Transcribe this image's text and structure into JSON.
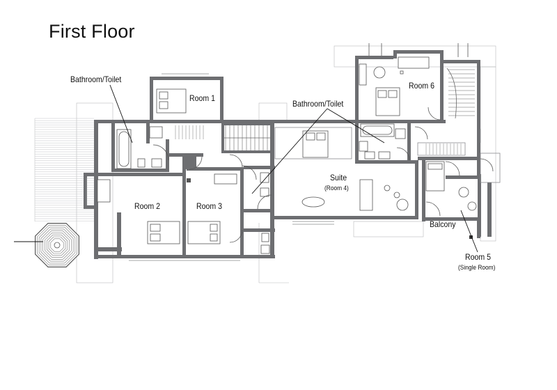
{
  "title": "First Floor",
  "labels": {
    "bathroom_toilet_left": "Bathroom/Toilet",
    "bathroom_toilet_center": "Bathroom/Toilet",
    "room1": "Room 1",
    "room2": "Room 2",
    "room3": "Room 3",
    "room6": "Room 6",
    "suite": "Suite",
    "suite_sub": "(Room 4)",
    "balcony": "Balcony",
    "room5": "Room 5",
    "room5_sub": "(Single Room)"
  }
}
